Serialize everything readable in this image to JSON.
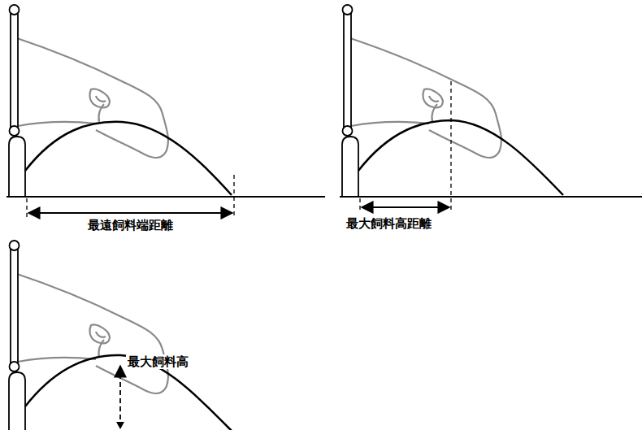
{
  "diagram": {
    "labels": [
      "最遠飼料端距離",
      "最大飼料高距離",
      "最大飼料高"
    ]
  }
}
